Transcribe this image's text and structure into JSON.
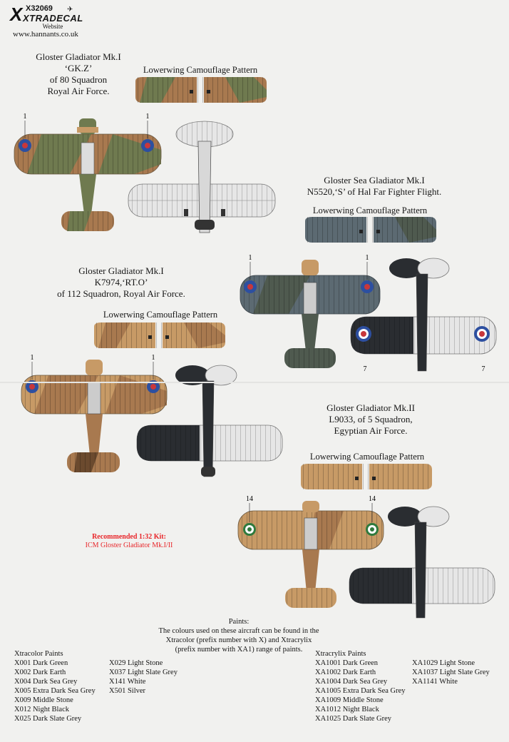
{
  "header": {
    "code": "X32069",
    "brand": "XTRADECAL",
    "website_label": "Website",
    "website_url": "www.hannants.co.uk"
  },
  "schemes": [
    {
      "name": "Gloster Gladiator Mk.I",
      "serial": "‘GK.Z’",
      "unit": "of 80 Squadron",
      "force": "Royal Air Force.",
      "lowerwing_label": "Lowerwing Camouflage Pattern",
      "decal_numbers": [
        "1",
        "1"
      ]
    },
    {
      "name": "Gloster Sea Gladiator Mk.I",
      "serial": "N5520,‘S’ of Hal Far Fighter Flight.",
      "lowerwing_label": "Lowerwing Camouflage Pattern",
      "decal_numbers": [
        "1",
        "1",
        "7",
        "7"
      ]
    },
    {
      "name": "Gloster Gladiator Mk.I",
      "serial": "K7974,‘RT.O’",
      "unit": "of 112 Squadron, Royal Air Force.",
      "lowerwing_label": "Lowerwing Camouflage Pattern",
      "decal_numbers": [
        "1",
        "1"
      ]
    },
    {
      "name": "Gloster Gladiator Mk.II",
      "serial": "L9033, of 5 Squadron,",
      "unit": "Egyptian Air Force.",
      "lowerwing_label": "Lowerwing Camouflage Pattern",
      "decal_numbers": [
        "14",
        "14"
      ]
    }
  ],
  "kit": {
    "label": "Recommended 1:32 Kit:",
    "name": "ICM Gloster Gladiator Mk.I/II"
  },
  "paints_note": {
    "heading": "Paints:",
    "lines": [
      "The colours used on these aircraft can be found in the",
      "Xtracolor (prefix number with X) and Xtracrylix",
      "(prefix number with XA1) range of paints."
    ]
  },
  "xtracolor": {
    "heading": "Xtracolor Paints",
    "col1": [
      "X001 Dark Green",
      "X002 Dark Earth",
      "X004 Dark Sea Grey",
      "X005 Extra Dark Sea Grey",
      "X009 Middle Stone",
      "X012 Night Black",
      "X025 Dark Slate Grey"
    ],
    "col2": [
      "X029 Light Stone",
      "X037 Light Slate Grey",
      "X141 White",
      "X501 Silver"
    ]
  },
  "xtracrylix": {
    "heading": "Xtracrylix Paints",
    "col1": [
      "XA1001 Dark Green",
      "XA1002 Dark Earth",
      "XA1004 Dark Sea Grey",
      "XA1005 Extra Dark Sea Grey",
      "XA1009 Middle Stone",
      "XA1012 Night Black",
      "XA1025 Dark Slate Grey"
    ],
    "col2": [
      "XA1029 Light Stone",
      "XA1037 Light Slate Grey",
      "XA1141 White"
    ]
  },
  "colors": {
    "dark_earth": "#a8794f",
    "dark_green": "#6f7a4f",
    "middle_stone": "#c79a66",
    "sea_grey": "#5c6a72",
    "dark_slate": "#4f5a4f",
    "night_black": "#2a2d31",
    "silver": "#e6e6e6",
    "roundel_red": "#c8373b",
    "roundel_blue": "#2d4fa0",
    "egypt_green": "#2f7a3d",
    "kit_red": "#e8262a"
  }
}
